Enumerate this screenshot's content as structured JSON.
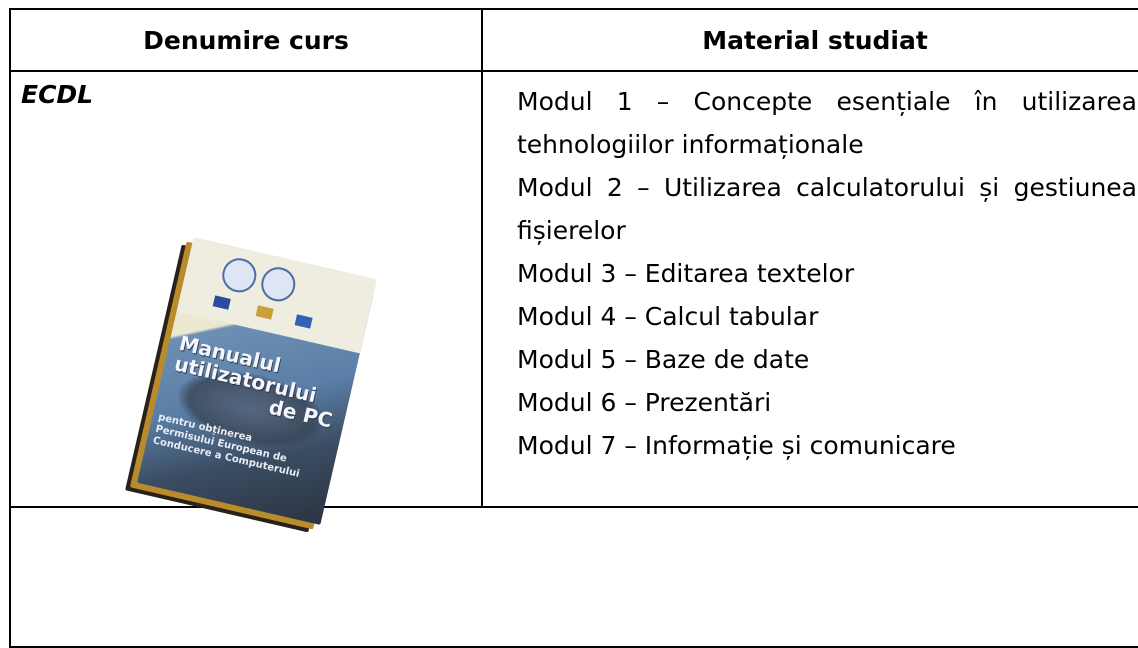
{
  "table": {
    "headers": {
      "course": "Denumire curs",
      "material": "Material studiat"
    },
    "rows": [
      {
        "course": "ECDL",
        "modules": [
          "Modul 1 – Concepte esențiale în utilizarea tehnologiilor informaționale",
          "Modul 2 – Utilizarea calculatorului și gestiunea fișierelor",
          "Modul 3 – Editarea textelor",
          "Modul 4 – Calcul tabular",
          "Modul 5 – Baze de date",
          "Modul 6 – Prezentări",
          "Modul 7 – Informație și comunicare"
        ],
        "cover": {
          "title_line1": "Manualul",
          "title_line2": "utilizatorului",
          "title_line3": "de PC",
          "subtitle_line1": "pentru obținerea",
          "subtitle_line2": "Permisului European de",
          "subtitle_line3": "Conducere a Computerului"
        }
      }
    ]
  }
}
